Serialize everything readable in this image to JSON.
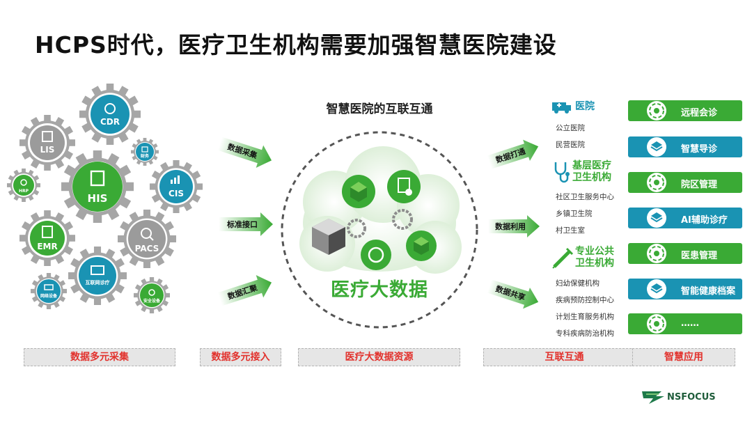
{
  "title": "HCPS时代，医疗卫生机构需要加强智慧医院建设",
  "gears": {
    "cdr": "CDR",
    "lis": "LIS",
    "his": "HIS",
    "cis": "CIS",
    "emr": "EMR",
    "pacs": "PACS",
    "hrp": "HRP",
    "finance": "财务",
    "internet_diag": "互联网诊疗",
    "network_device": "网络设备",
    "security_device": "安全设备"
  },
  "arrows_left": [
    "数据采集",
    "标准接口",
    "数据汇聚"
  ],
  "center": {
    "title": "智慧医院的互联互通",
    "bigdata": "医疗大数据"
  },
  "arrows_right": [
    "数据打通",
    "数据利用",
    "数据共享"
  ],
  "categories": [
    {
      "title": "医院",
      "items": [
        "公立医院",
        "民营医院"
      ]
    },
    {
      "title": "基层医疗卫生机构",
      "title_lines": [
        "基层医疗",
        "卫生机构"
      ],
      "items": [
        "社区卫生服务中心",
        "乡镇卫生院",
        "村卫生室"
      ]
    },
    {
      "title": "专业公共卫生机构",
      "title_lines": [
        "专业公共",
        "卫生机构"
      ],
      "items": [
        "妇幼保健机构",
        "疾病预防控制中心",
        "计划生育服务机构",
        "专科疾病防治机构"
      ]
    }
  ],
  "apps": [
    {
      "label": "远程会诊",
      "color": "green",
      "icon": "target-icon"
    },
    {
      "label": "智慧导诊",
      "color": "teal",
      "icon": "layers-icon"
    },
    {
      "label": "院区管理",
      "color": "green",
      "icon": "target-icon"
    },
    {
      "label": "AI辅助诊疗",
      "color": "teal",
      "icon": "layers-icon"
    },
    {
      "label": "医患管理",
      "color": "green",
      "icon": "target-icon"
    },
    {
      "label": "智能健康档案",
      "color": "teal",
      "icon": "layers-icon"
    },
    {
      "label": "……",
      "color": "green",
      "icon": "target-icon"
    }
  ],
  "bottom_labels": [
    "数据多元采集",
    "数据多元接入",
    "医疗大数据资源",
    "互联互通",
    "智慧应用"
  ],
  "logo": "NSFOCUS",
  "colors": {
    "green": "#3aaa35",
    "teal": "#1a93b3",
    "gear_gray": "#9b9b9b",
    "red": "#e2322d"
  }
}
